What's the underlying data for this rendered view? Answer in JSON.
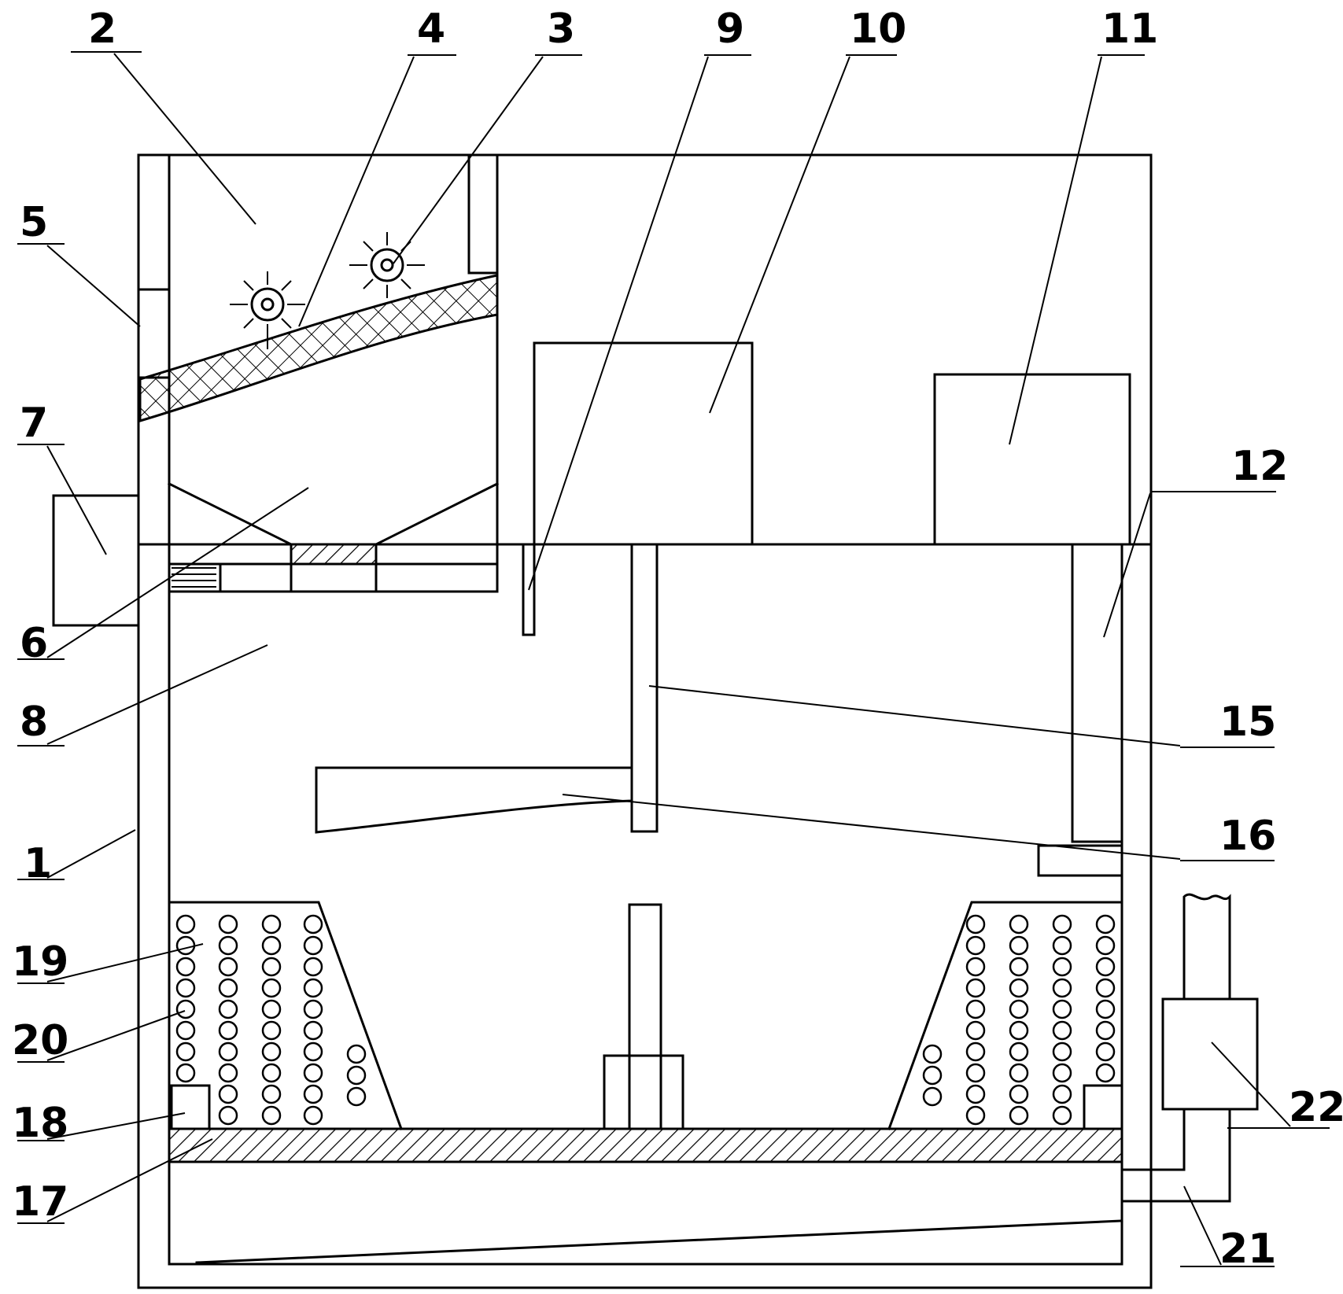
{
  "labels": [
    "1",
    "2",
    "3",
    "4",
    "5",
    "6",
    "7",
    "8",
    "9",
    "10",
    "11",
    "12",
    "15",
    "16",
    "17",
    "18",
    "19",
    "20",
    "21",
    "22"
  ],
  "colors": {
    "stroke": "#000000",
    "background": "#ffffff"
  }
}
